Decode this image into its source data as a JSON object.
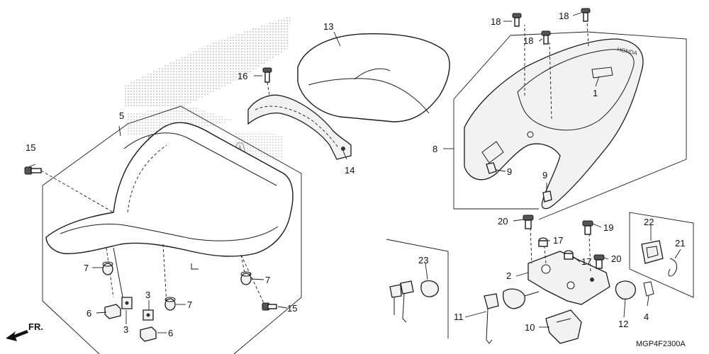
{
  "diagram_code": "MGP4F2300A",
  "direction_label": "FR.",
  "watermark_logo_text": "HONDA",
  "callouts": {
    "c1": "1",
    "c2": "2",
    "c3a": "3",
    "c3b": "3",
    "c4": "4",
    "c5": "5",
    "c6a": "6",
    "c6b": "6",
    "c7a": "7",
    "c7b": "7",
    "c7c": "7",
    "c8": "8",
    "c9a": "9",
    "c9b": "9",
    "c10": "10",
    "c11": "11",
    "c12": "12",
    "c13": "13",
    "c14": "14",
    "c15a": "15",
    "c15b": "15",
    "c16": "16",
    "c17a": "17",
    "c17b": "17",
    "c18a": "18",
    "c18b": "18",
    "c18c": "18",
    "c19": "19",
    "c20a": "20",
    "c20b": "20",
    "c21": "21",
    "c22": "22",
    "c23": "23"
  }
}
